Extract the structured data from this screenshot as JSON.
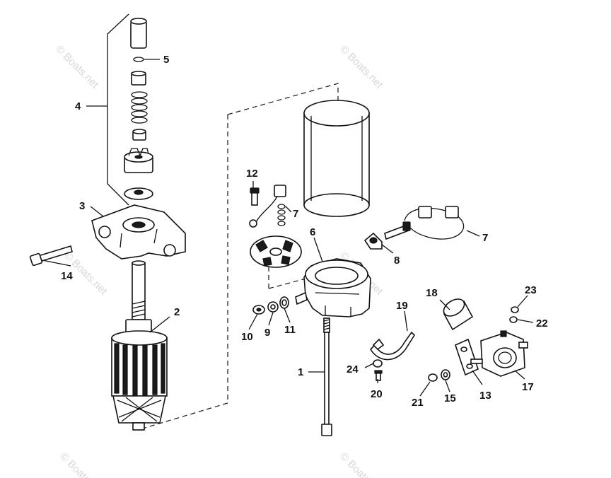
{
  "watermark": "© Boats.net",
  "callouts": {
    "c1": "1",
    "c2": "2",
    "c3": "3",
    "c4": "4",
    "c5": "5",
    "c6": "6",
    "c7a": "7",
    "c7b": "7",
    "c8": "8",
    "c9": "9",
    "c10": "10",
    "c11": "11",
    "c12": "12",
    "c13": "13",
    "c14": "14",
    "c15": "15",
    "c17": "17",
    "c18": "18",
    "c19": "19",
    "c20": "20",
    "c21": "21",
    "c22": "22",
    "c23": "23",
    "c24": "24"
  }
}
